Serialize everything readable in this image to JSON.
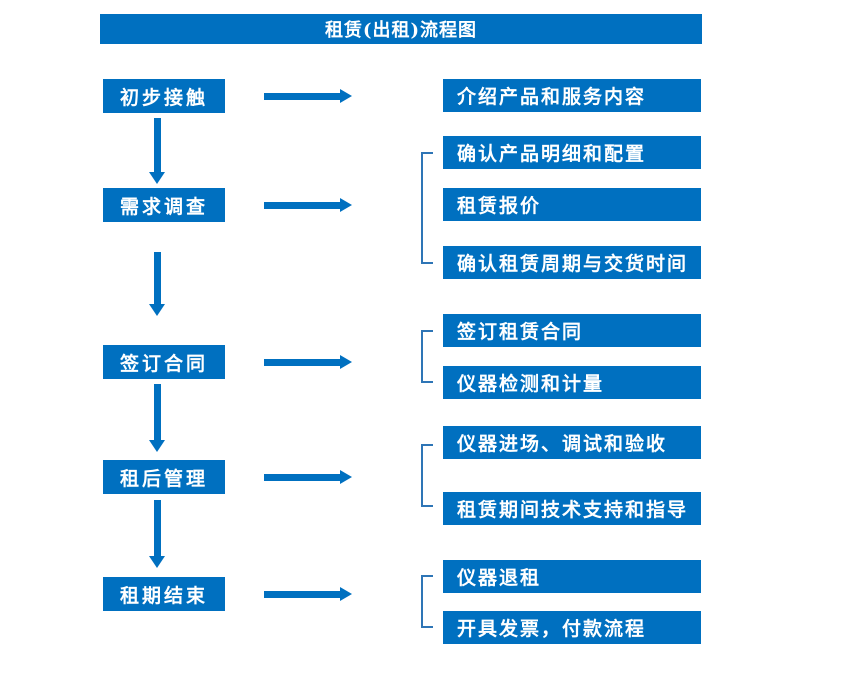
{
  "title": "租赁(出租)流程图",
  "colors": {
    "primary": "#0070C0",
    "bracket_line": "#2E75B6",
    "text_on_blue": "#FFFFFF",
    "background": "#FFFFFF"
  },
  "steps": [
    {
      "label": "初步接触",
      "details": [
        "介绍产品和服务内容"
      ]
    },
    {
      "label": "需求调查",
      "details": [
        "确认产品明细和配置",
        "租赁报价",
        "确认租赁周期与交货时间"
      ]
    },
    {
      "label": "签订合同",
      "details": [
        "签订租赁合同",
        "仪器检测和计量"
      ]
    },
    {
      "label": "租后管理",
      "details": [
        "仪器进场、调试和验收",
        "租赁期间技术支持和指导"
      ]
    },
    {
      "label": "租期结束",
      "details": [
        "仪器退租",
        "开具发票，付款流程"
      ]
    }
  ]
}
